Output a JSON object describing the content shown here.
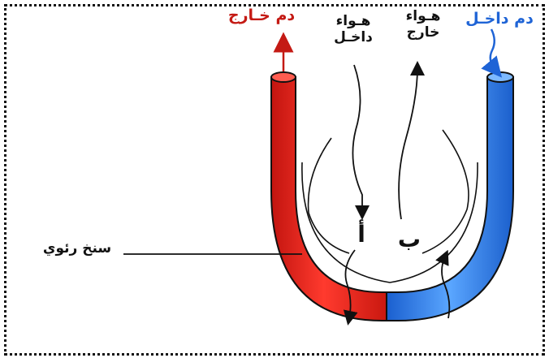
{
  "labels": {
    "blood_out": "دم خـارج",
    "blood_in": "دم داخـل",
    "air_in_line1": "هـواء",
    "air_in_line2": "داخـل",
    "air_out_line1": "هـواء",
    "air_out_line2": "خارج",
    "lumen": "سنخ رئوي",
    "point_a": "أ",
    "point_b": "ب"
  },
  "colors": {
    "oxygenated_blood": "#e8221c",
    "deoxygenated_blood": "#2f7fe8",
    "blood_out_text": "#c41a14",
    "blood_in_text": "#1f64d6",
    "outline": "#111111"
  }
}
